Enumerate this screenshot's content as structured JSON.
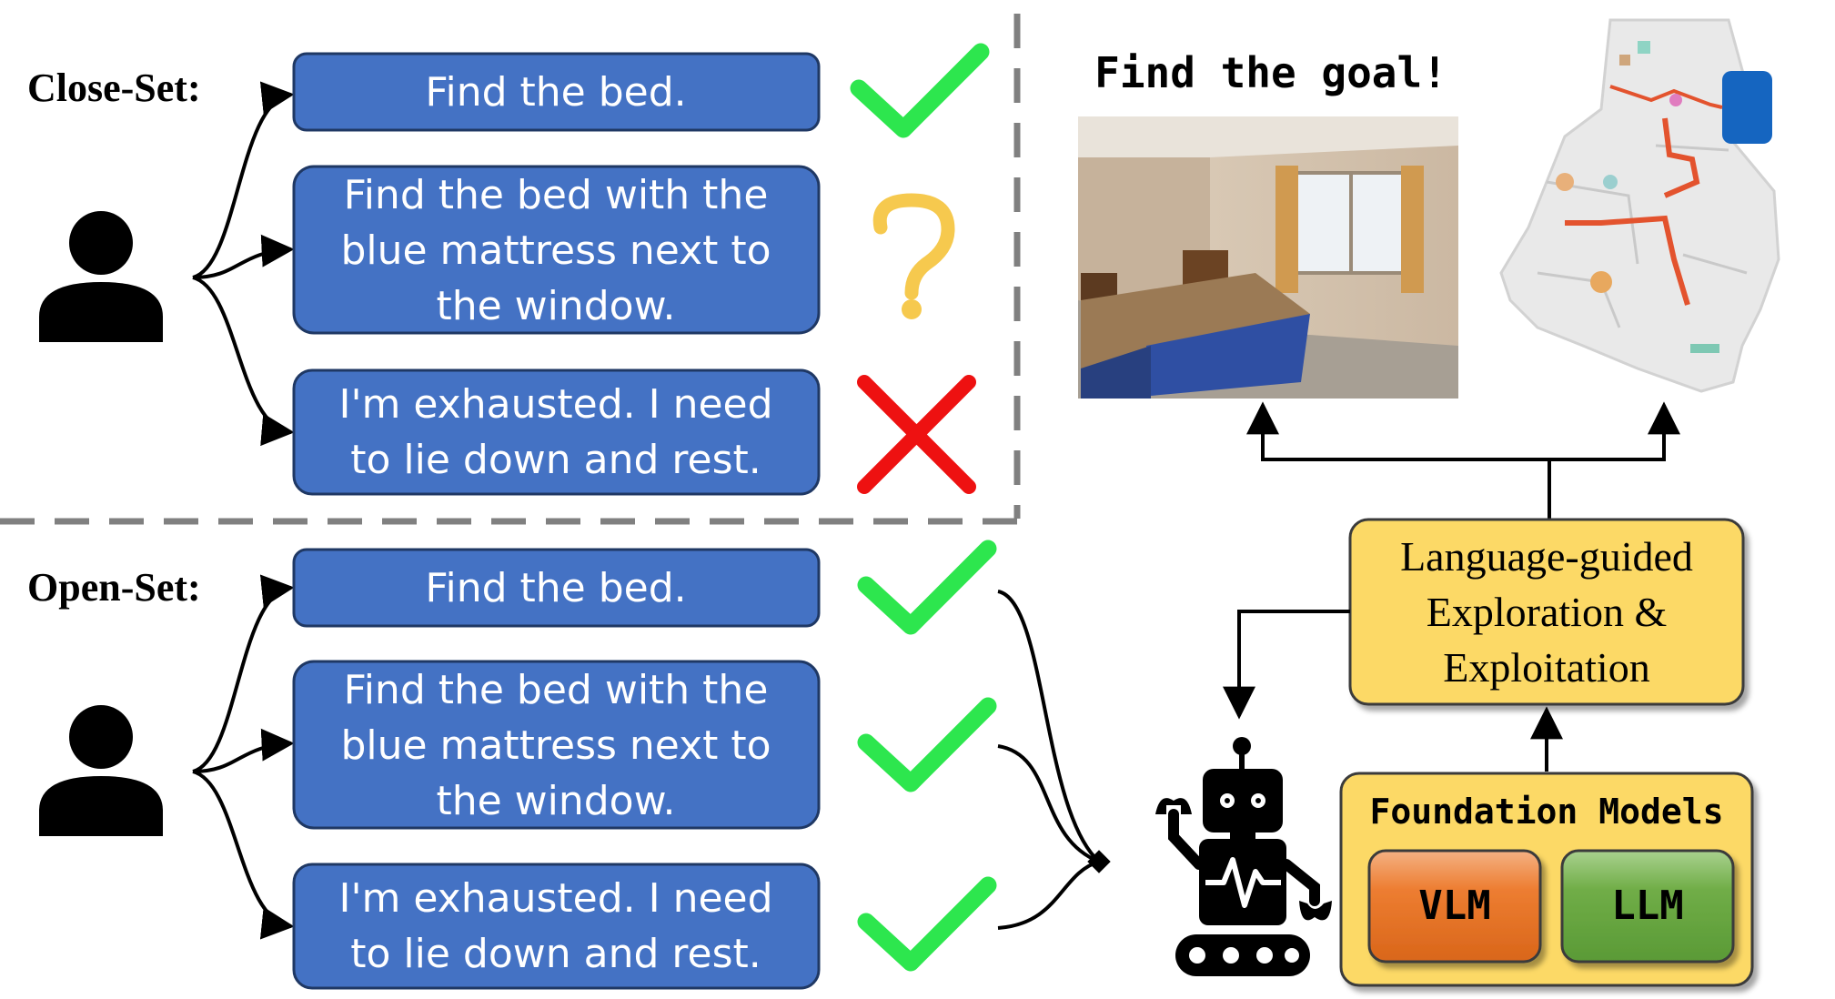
{
  "close_set": {
    "label": "Close-Set:",
    "instructions": [
      {
        "text_lines": [
          "Find the bed."
        ],
        "result": "check-icon"
      },
      {
        "text_lines": [
          "Find the bed with the",
          "blue mattress next to",
          "the window."
        ],
        "result": "question-icon"
      },
      {
        "text_lines": [
          "I'm exhausted. I need",
          "to lie down and rest."
        ],
        "result": "cross-icon"
      }
    ]
  },
  "open_set": {
    "label": "Open-Set:",
    "instructions": [
      {
        "text_lines": [
          "Find the bed."
        ],
        "result": "check-icon"
      },
      {
        "text_lines": [
          "Find the bed with the",
          "blue mattress next to",
          "the window."
        ],
        "result": "check-icon"
      },
      {
        "text_lines": [
          "I'm exhausted. I need",
          "to lie down and rest."
        ],
        "result": "check-icon"
      }
    ]
  },
  "goal_title": "Find the goal!",
  "exploration_box": {
    "lines": [
      "Language-guided",
      "Exploration &",
      "Exploitation"
    ]
  },
  "foundation_models": {
    "title": "Foundation Models",
    "vlm": "VLM",
    "llm": "LLM"
  },
  "icons": {
    "user": "user-icon",
    "robot": "robot-icon",
    "photo": "bedroom-photo",
    "map": "semantic-map"
  },
  "colors": {
    "instruction_box": "#4472c4",
    "check": "#2de64e",
    "question": "#f6c94e",
    "cross": "#ee1111",
    "yellow_box": "#fcd966",
    "vlm": "#ed7d31",
    "llm": "#70ad47"
  }
}
